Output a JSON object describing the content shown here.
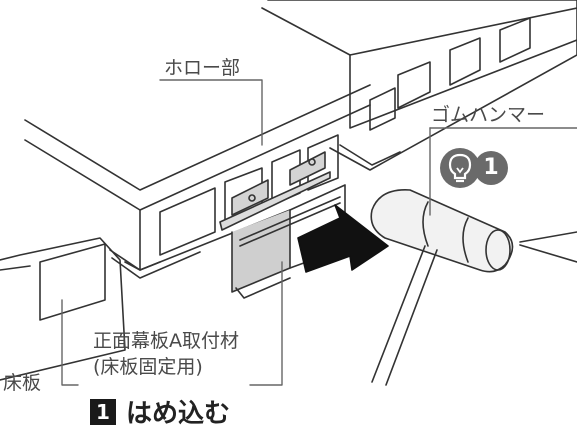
{
  "labels": {
    "hollow": "ホロー部",
    "hammer": "ゴムハンマー",
    "floor": "床板",
    "part_line1": "正面幕板A取付材",
    "part_line2": "(床板固定用)"
  },
  "step": {
    "number": "1",
    "text": "はめ込む"
  },
  "badge": {
    "icon": "lightbulb-icon",
    "number": "1"
  }
}
